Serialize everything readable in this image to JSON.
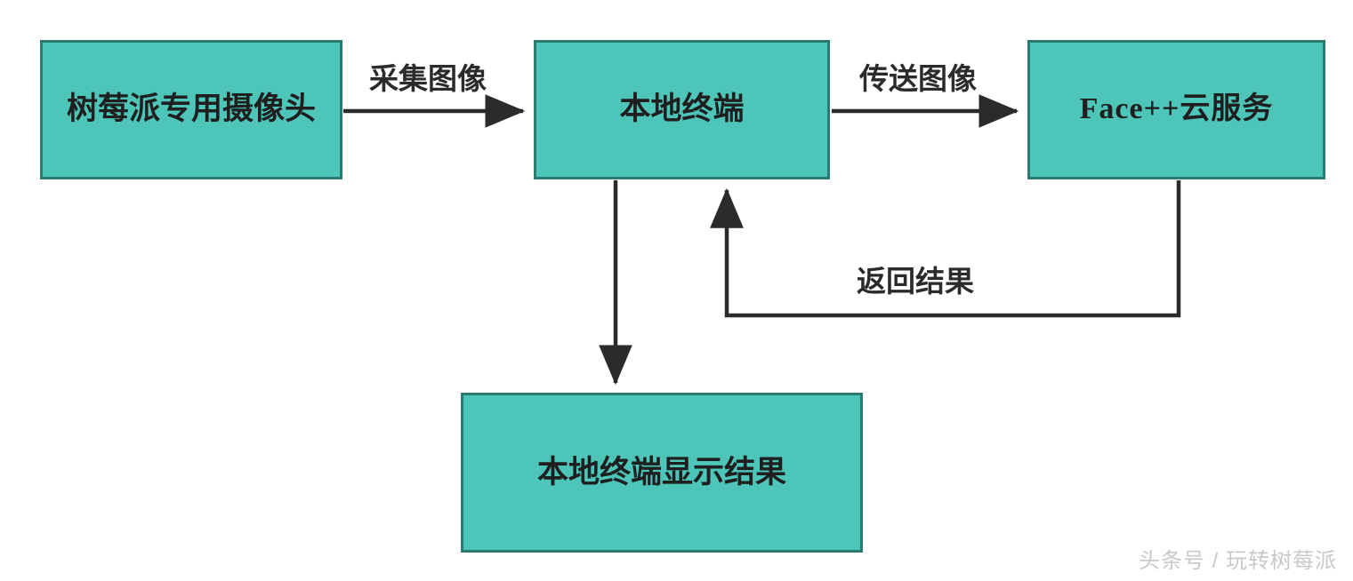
{
  "diagram": {
    "title": "Raspberry Pi face recognition system flow",
    "background_color": "#ffffff",
    "node_fill_color": "#4ec5b9",
    "node_border_color": "#2c7a72",
    "edge_color": "#2b2b2b",
    "text_color": "#1f1f1f",
    "nodes": [
      {
        "id": "camera",
        "label": "树莓派专用摄像头"
      },
      {
        "id": "local_terminal",
        "label": "本地终端"
      },
      {
        "id": "face_cloud",
        "label": "Face++云服务"
      },
      {
        "id": "display_result",
        "label": "本地终端显示结果"
      }
    ],
    "edges": [
      {
        "id": "capture",
        "label": "采集图像",
        "from": "camera",
        "to": "local_terminal"
      },
      {
        "id": "transmit",
        "label": "传送图像",
        "from": "local_terminal",
        "to": "face_cloud"
      },
      {
        "id": "return",
        "label": "返回结果",
        "from": "face_cloud",
        "to": "local_terminal"
      },
      {
        "id": "show",
        "label": "",
        "from": "local_terminal",
        "to": "display_result"
      }
    ]
  },
  "watermark": {
    "text": "头条号 / 玩转树莓派"
  }
}
